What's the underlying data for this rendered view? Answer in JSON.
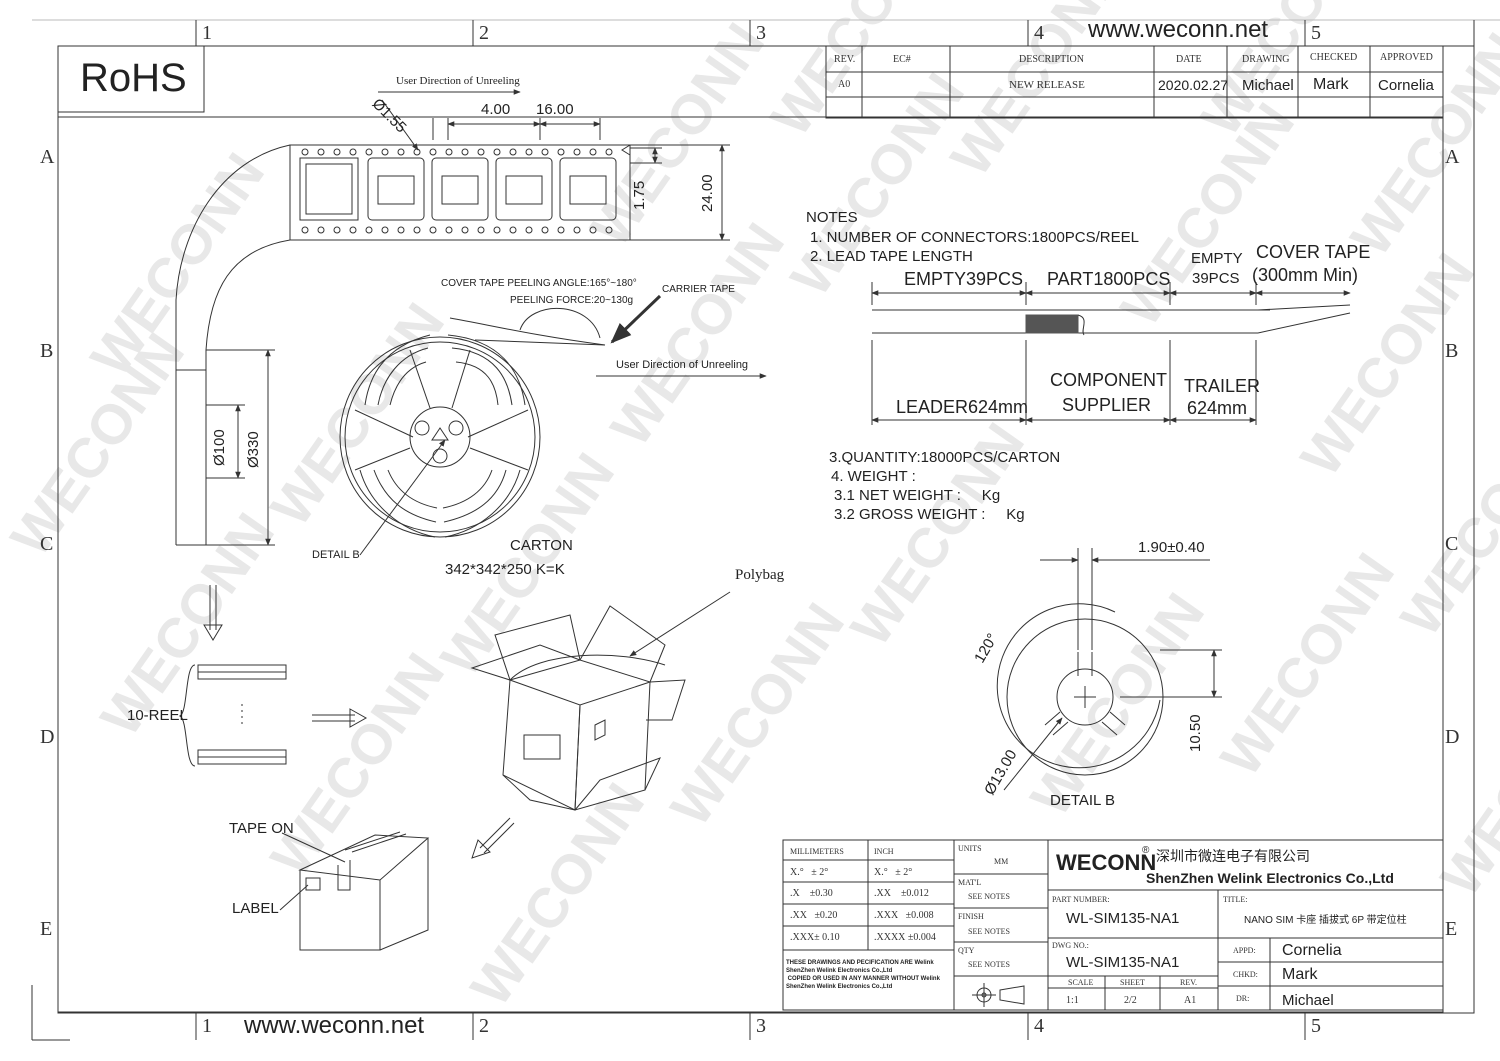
{
  "header": {
    "website_top": "www.weconn.net",
    "website_bottom": "www.weconn.net",
    "rohs": "RoHS"
  },
  "zones": {
    "columns": [
      "1",
      "2",
      "3",
      "4",
      "5"
    ],
    "rows": [
      "A",
      "B",
      "C",
      "D",
      "E"
    ]
  },
  "revision_table": {
    "headers": [
      "REV.",
      "EC#",
      "DESCRIPTION",
      "DATE",
      "DRAWING",
      "CHECKED",
      "APPROVED"
    ],
    "row": [
      "A0",
      "",
      "NEW RELEASE",
      "2020.02.27",
      "Michael",
      "Mark",
      "Cornelia"
    ]
  },
  "tape_detail": {
    "direction": "User Direction of Unreeling",
    "hole_dia": "Ø1.55",
    "pitch_a": "4.00",
    "pitch_b": "16.00",
    "edge": "1.75",
    "width": "24.00"
  },
  "reel": {
    "peel_angle": "COVER TAPE PEELING ANGLE:165°~180°",
    "peel_force": "PEELING FORCE:20~130g",
    "carrier": "CARRIER TAPE",
    "direction": "User Direction of Unreeling",
    "hub_dia": "Ø100",
    "reel_dia": "Ø330",
    "detail_ref": "DETAIL B"
  },
  "carton": {
    "label": "CARTON",
    "dims": "342*342*250 K=K",
    "polybag": "Polybag",
    "reels": "10-REEL",
    "tape_on": "TAPE ON",
    "box_label": "LABEL"
  },
  "notes": {
    "title": "NOTES",
    "n1": "1. NUMBER OF CONNECTORS:1800PCS/REEL",
    "n2": "2. LEAD TAPE LENGTH",
    "n3": "3.QUANTITY:18000PCS/CARTON",
    "n4": "4. WEIGHT :",
    "n4_1": "3.1 NET WEIGHT :     Kg",
    "n4_2": "3.2 GROSS WEIGHT :     Kg"
  },
  "lead_tape": {
    "empty1": "EMPTY39PCS",
    "part": "PART1800PCS",
    "empty2_a": "EMPTY",
    "empty2_b": "39PCS",
    "cover_a": "COVER TAPE",
    "cover_b": "(300mm Min)",
    "leader": "LEADER624mm",
    "component_a": "COMPONENT",
    "component_b": "SUPPLIER",
    "trailer_a": "TRAILER",
    "trailer_b": "624mm"
  },
  "detail_b": {
    "slot": "1.90±0.40",
    "angle": "120°",
    "height": "10.50",
    "dia": "Ø13.00",
    "title": "DETAIL B"
  },
  "title_block": {
    "mm_head": "MILLIMETERS",
    "inch_head": "INCH",
    "tol_mm": [
      "X.°   ± 2°",
      ".X    ±0.30",
      ".XX   ±0.20",
      ".XXX± 0.10"
    ],
    "tol_in": [
      "X.°   ± 2°",
      ".XX    ±0.012",
      ".XXX   ±0.008",
      ".XXXX ±0.004"
    ],
    "disclaimer": [
      "THESE DRAWINGS AND PECIFICATION ARE Welink",
      "ShenZhen Welink Electronics Co.,Ltd",
      " COPIED OR USED IN ANY MANNER WITHOUT Welink",
      "ShenZhen Welink Electronics Co.,Ltd"
    ],
    "units_label": "UNITS",
    "units_val": "MM",
    "matl_label": "MAT'L",
    "matl_val": "SEE NOTES",
    "finish_label": "FINISH",
    "finish_val": "SEE NOTES",
    "qty_label": "QTY",
    "qty_val": "SEE NOTES",
    "company_logo": "WECONN",
    "company_cn": "深圳市微连电子有限公司",
    "company_en": "ShenZhen Welink Electronics Co.,Ltd",
    "part_no_label": "PART NUMBER:",
    "part_no": "WL-SIM135-NA1",
    "title_label": "TITLE:",
    "title": "NANO SIM 卡座 插拔式 6P 带定位柱",
    "dwg_no_label": "DWG NO.:",
    "dwg_no": "WL-SIM135-NA1",
    "appd_label": "APPD:",
    "appd": "Cornelia",
    "chkd_label": "CHKD:",
    "chkd": "Mark",
    "dr_label": "DR:",
    "dr": "Michael",
    "scale_label": "SCALE",
    "scale": "1:1",
    "sheet_label": "SHEET",
    "sheet": "2/2",
    "rev_label": "REV.",
    "rev": "A1"
  },
  "watermark": "WECONN",
  "colors": {
    "line": "#333333",
    "watermark": "#e6e6e6",
    "fill": "#555555"
  }
}
